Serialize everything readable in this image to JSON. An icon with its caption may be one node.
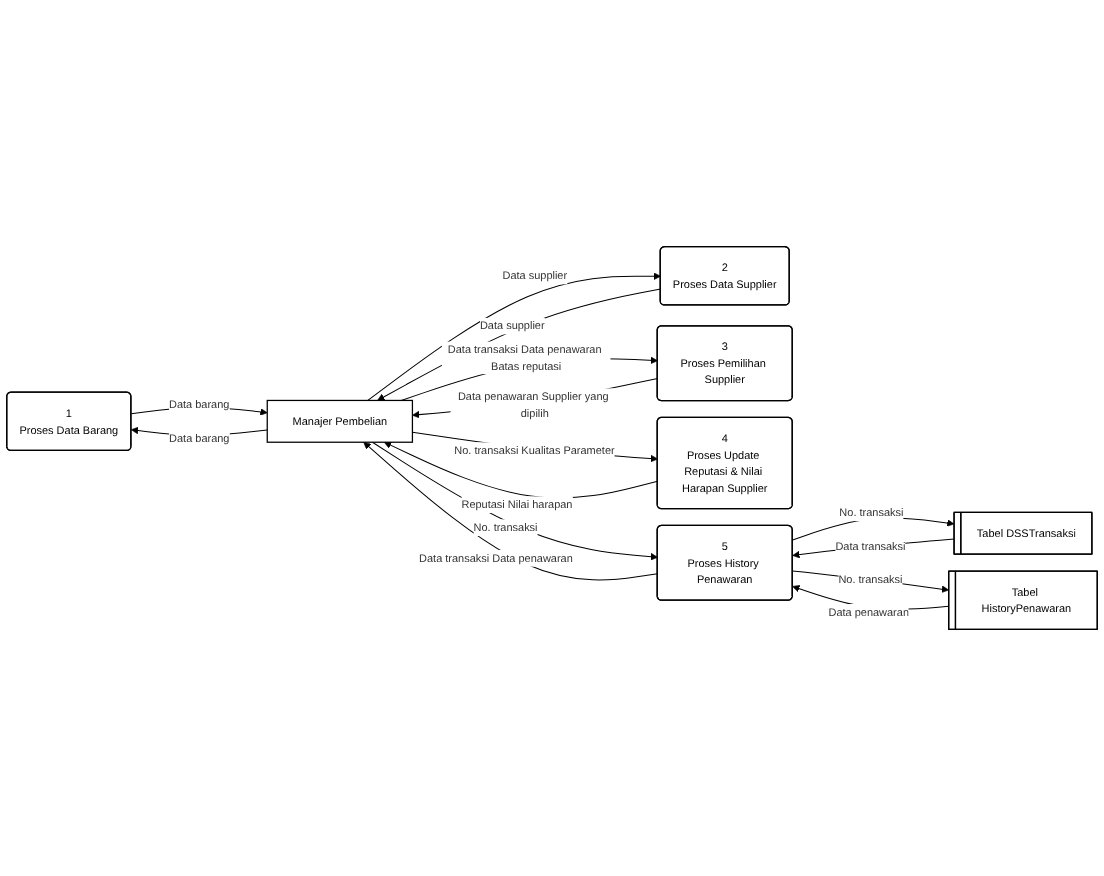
{
  "diagram": {
    "nodes": [
      {
        "text": [
          "1",
          "Proses Data Barang"
        ]
      },
      {
        "text": [
          "2",
          "Proses Data Supplier"
        ]
      },
      {
        "text": [
          "3",
          "Proses Pemilihan Supplier"
        ]
      },
      {
        "text": [
          "Manajer Pembelian"
        ]
      },
      {
        "text": [
          "4",
          "Proses Update Reputasi & Nilai Harapan Supplier"
        ]
      },
      {
        "text": [
          "5",
          "Proses History Penawaran"
        ]
      },
      {
        "text": [
          "Tabel DSSTransaksi"
        ]
      },
      {
        "text": [
          "Tabel HistoryPenawaran"
        ]
      }
    ],
    "edges": [
      {
        "from": 0,
        "to": 3,
        "arrow": "to",
        "label": "Data barang"
      },
      {
        "from": 3,
        "to": 0,
        "arrow": "to",
        "label": "Data barang"
      },
      {
        "from": 3,
        "to": 1,
        "arrow": "to",
        "label": "Data supplier"
      },
      {
        "from": 1,
        "to": 3,
        "arrow": "to",
        "label": "Data supplier"
      },
      {
        "from": 3,
        "to": 2,
        "arrow": "to",
        "label": "Data transaksi Data penawaran Batas reputasi"
      },
      {
        "from": 2,
        "to": 3,
        "arrow": "to",
        "label": "Data penawaran Supplier yang dipilih"
      },
      {
        "from": 3,
        "to": 4,
        "arrow": "to",
        "label": "No. transaksi Kualitas Parameter"
      },
      {
        "from": 4,
        "to": 3,
        "arrow": "to",
        "label": "Reputasi Nilai harapan"
      },
      {
        "from": 3,
        "to": 5,
        "arrow": "to",
        "label": "No. transaksi"
      },
      {
        "from": 5,
        "to": 3,
        "arrow": "to",
        "label": "Data transaksi Data penawaran"
      },
      {
        "from": 6,
        "to": 5,
        "arrow": "to",
        "label": "Data transaksi"
      },
      {
        "from": 5,
        "to": 6,
        "arrow": "to",
        "label": "No. transaksi"
      },
      {
        "from": 5,
        "to": 7,
        "arrow": "to",
        "label": "No. transaksi"
      },
      {
        "from": 7,
        "to": 5,
        "arrow": "to",
        "label": "Data penawaran"
      }
    ]
  }
}
